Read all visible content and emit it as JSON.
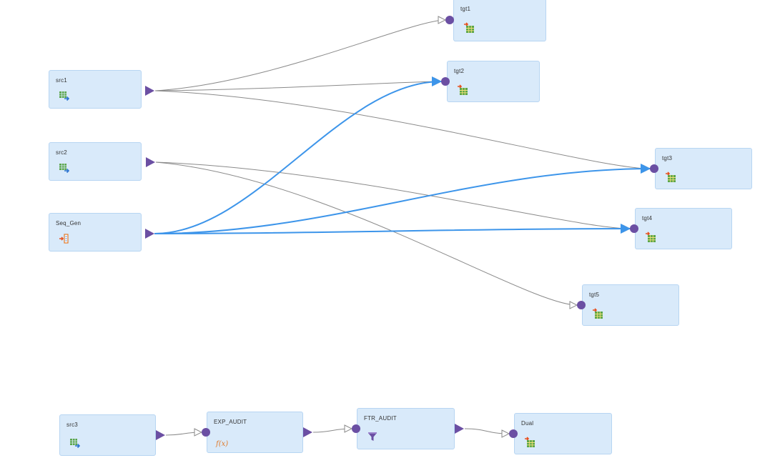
{
  "nodes": {
    "src1": {
      "label": "src1",
      "icon": "source-table-icon"
    },
    "src2": {
      "label": "src2",
      "icon": "source-table-icon"
    },
    "seq_gen": {
      "label": "Seq_Gen",
      "icon": "sequence-generator-icon"
    },
    "tgt1": {
      "label": "tgt1",
      "icon": "target-table-icon"
    },
    "tgt2": {
      "label": "tgt2",
      "icon": "target-table-icon"
    },
    "tgt3": {
      "label": "tgt3",
      "icon": "target-table-icon"
    },
    "tgt4": {
      "label": "tgt4",
      "icon": "target-table-icon"
    },
    "tgt5": {
      "label": "tgt5",
      "icon": "target-table-icon"
    },
    "src3": {
      "label": "src3",
      "icon": "source-table-icon"
    },
    "exp_audit": {
      "label": "EXP_AUDIT",
      "icon": "expression-icon",
      "icon_text": "f(x)"
    },
    "ftr_audit": {
      "label": "FTR_AUDIT",
      "icon": "filter-icon"
    },
    "dual": {
      "label": "Dual",
      "icon": "target-table-icon"
    }
  },
  "links": [
    {
      "from": "src1",
      "to": "tgt1",
      "highlighted": false
    },
    {
      "from": "src1",
      "to": "tgt2",
      "highlighted": false
    },
    {
      "from": "src1",
      "to": "tgt3",
      "highlighted": false
    },
    {
      "from": "src2",
      "to": "tgt4",
      "highlighted": false
    },
    {
      "from": "src2",
      "to": "tgt5",
      "highlighted": false
    },
    {
      "from": "seq_gen",
      "to": "tgt2",
      "highlighted": true
    },
    {
      "from": "seq_gen",
      "to": "tgt3",
      "highlighted": true
    },
    {
      "from": "seq_gen",
      "to": "tgt4",
      "highlighted": true
    },
    {
      "from": "src3",
      "to": "exp_audit",
      "highlighted": false
    },
    {
      "from": "exp_audit",
      "to": "ftr_audit",
      "highlighted": false
    },
    {
      "from": "ftr_audit",
      "to": "dual",
      "highlighted": false
    }
  ],
  "colors": {
    "node_fill": "#d9eafa",
    "node_border": "#b7d5f2",
    "port": "#6b4fa3",
    "link": "#8a8a8a",
    "link_highlight": "#3d95ea"
  }
}
